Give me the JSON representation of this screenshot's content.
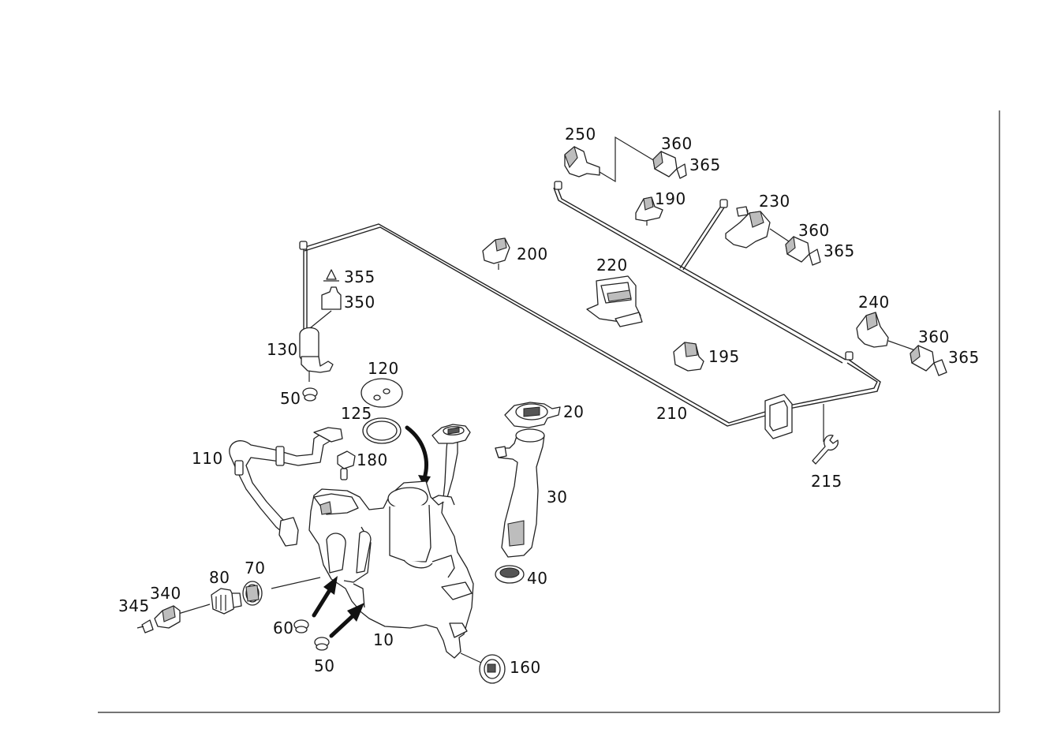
{
  "labels": {
    "p10": "10",
    "p20": "20",
    "p30": "30",
    "p40": "40",
    "p50a": "50",
    "p50b": "50",
    "p60": "60",
    "p70": "70",
    "p80": "80",
    "p110": "110",
    "p120": "120",
    "p125": "125",
    "p130": "130",
    "p160": "160",
    "p180": "180",
    "p190": "190",
    "p195": "195",
    "p200": "200",
    "p210": "210",
    "p215": "215",
    "p220": "220",
    "p230": "230",
    "p240": "240",
    "p250": "250",
    "p340": "340",
    "p345": "345",
    "p350": "350",
    "p355": "355",
    "p360a": "360",
    "p365a": "365",
    "p360b": "360",
    "p365b": "365",
    "p360c": "360",
    "p365c": "365"
  },
  "icons": {
    "wrench": "wrench-icon"
  },
  "colors": {
    "line": "#222222",
    "background": "#ffffff"
  }
}
